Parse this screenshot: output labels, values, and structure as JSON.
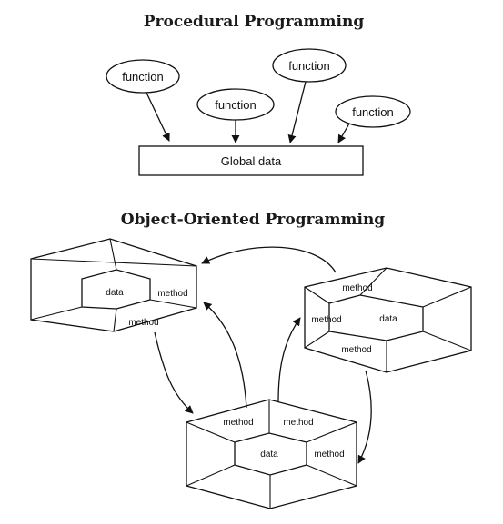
{
  "procedural": {
    "title": "Procedural Programming",
    "functions": [
      "function",
      "function",
      "function",
      "function"
    ],
    "global_data": "Global data"
  },
  "object_oriented": {
    "title": "Object-Oriented Programming",
    "objects": [
      {
        "center": "data",
        "methods": [
          "method",
          "method"
        ]
      },
      {
        "center": "data",
        "methods": [
          "method",
          "method",
          "method"
        ]
      },
      {
        "center": "data",
        "methods": [
          "method",
          "method",
          "method"
        ]
      }
    ]
  }
}
